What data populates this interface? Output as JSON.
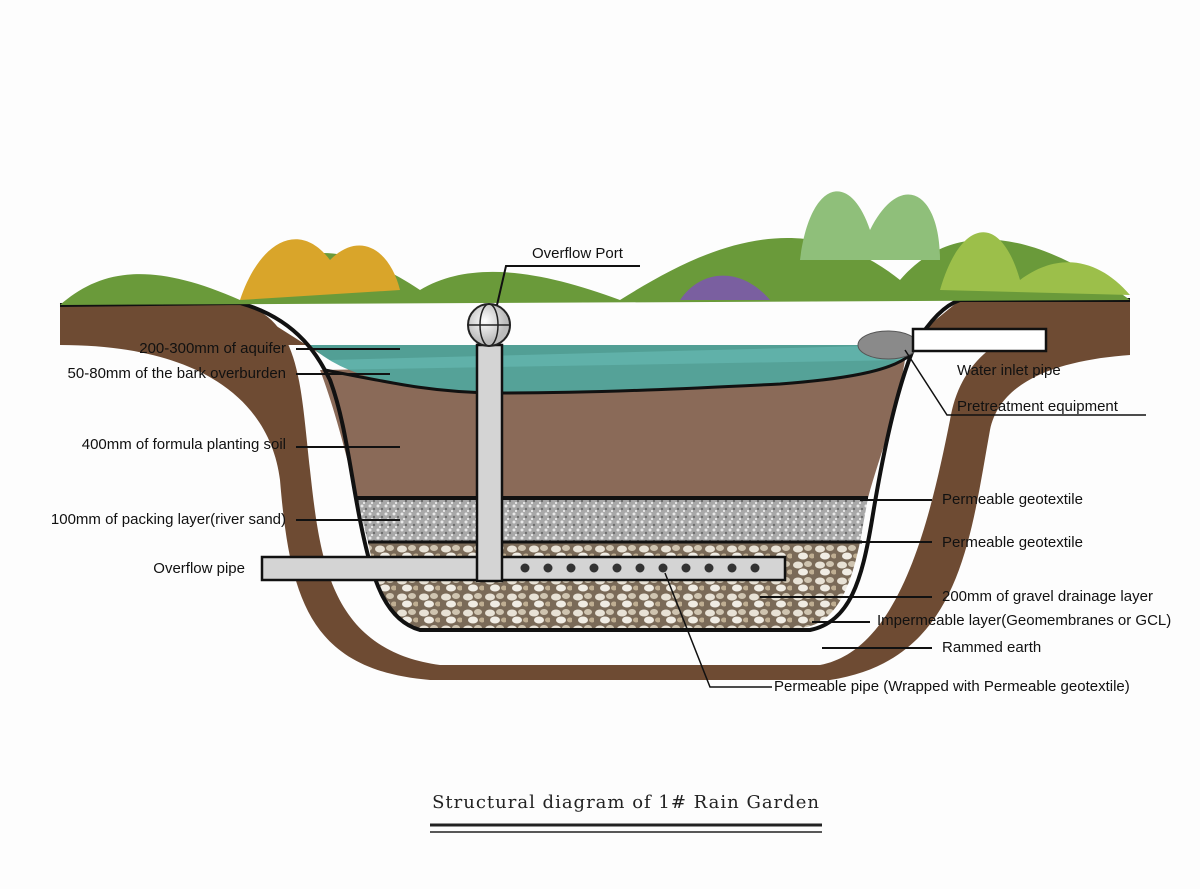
{
  "title": "Structural diagram of 1# Rain Garden",
  "labels": {
    "overflow_port": "Overflow Port",
    "aquifer": "200-300mm of aquifer",
    "bark": "50-80mm of the bark overburden",
    "soil": "400mm of formula planting soil",
    "sand": "100mm of packing layer(river sand)",
    "overflow_pipe": "Overflow pipe",
    "inlet": "Water inlet pipe",
    "pretreatment": "Pretreatment equipment",
    "geotextile_1": "Permeable geotextile",
    "geotextile_2": "Permeable geotextile",
    "gravel": "200mm of gravel drainage layer",
    "impermeable": "Impermeable layer(Geomembranes or GCL)",
    "rammed": "Rammed earth",
    "permeable_pipe": "Permeable pipe (Wrapped with Permeable geotextile)"
  },
  "colors": {
    "earth": "#6b4a33",
    "soil": "#8a6a58",
    "water": "#4fa9a0",
    "sand": "#b9b9b9",
    "gravel": "#d8cfc0",
    "pipe": "#d4d4d4",
    "plants": "#6a9a3a"
  }
}
